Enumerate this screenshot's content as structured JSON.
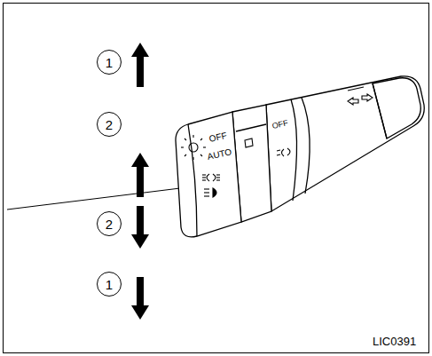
{
  "diagram": {
    "nodes": [
      {
        "text": [
          "1"
        ]
      },
      {
        "text": [
          "2"
        ]
      },
      {
        "text": [
          "2"
        ]
      },
      {
        "text": [
          "1"
        ]
      }
    ],
    "labels": [
      "OFF",
      "AUTO",
      "OFF",
      "LIC0391"
    ]
  }
}
